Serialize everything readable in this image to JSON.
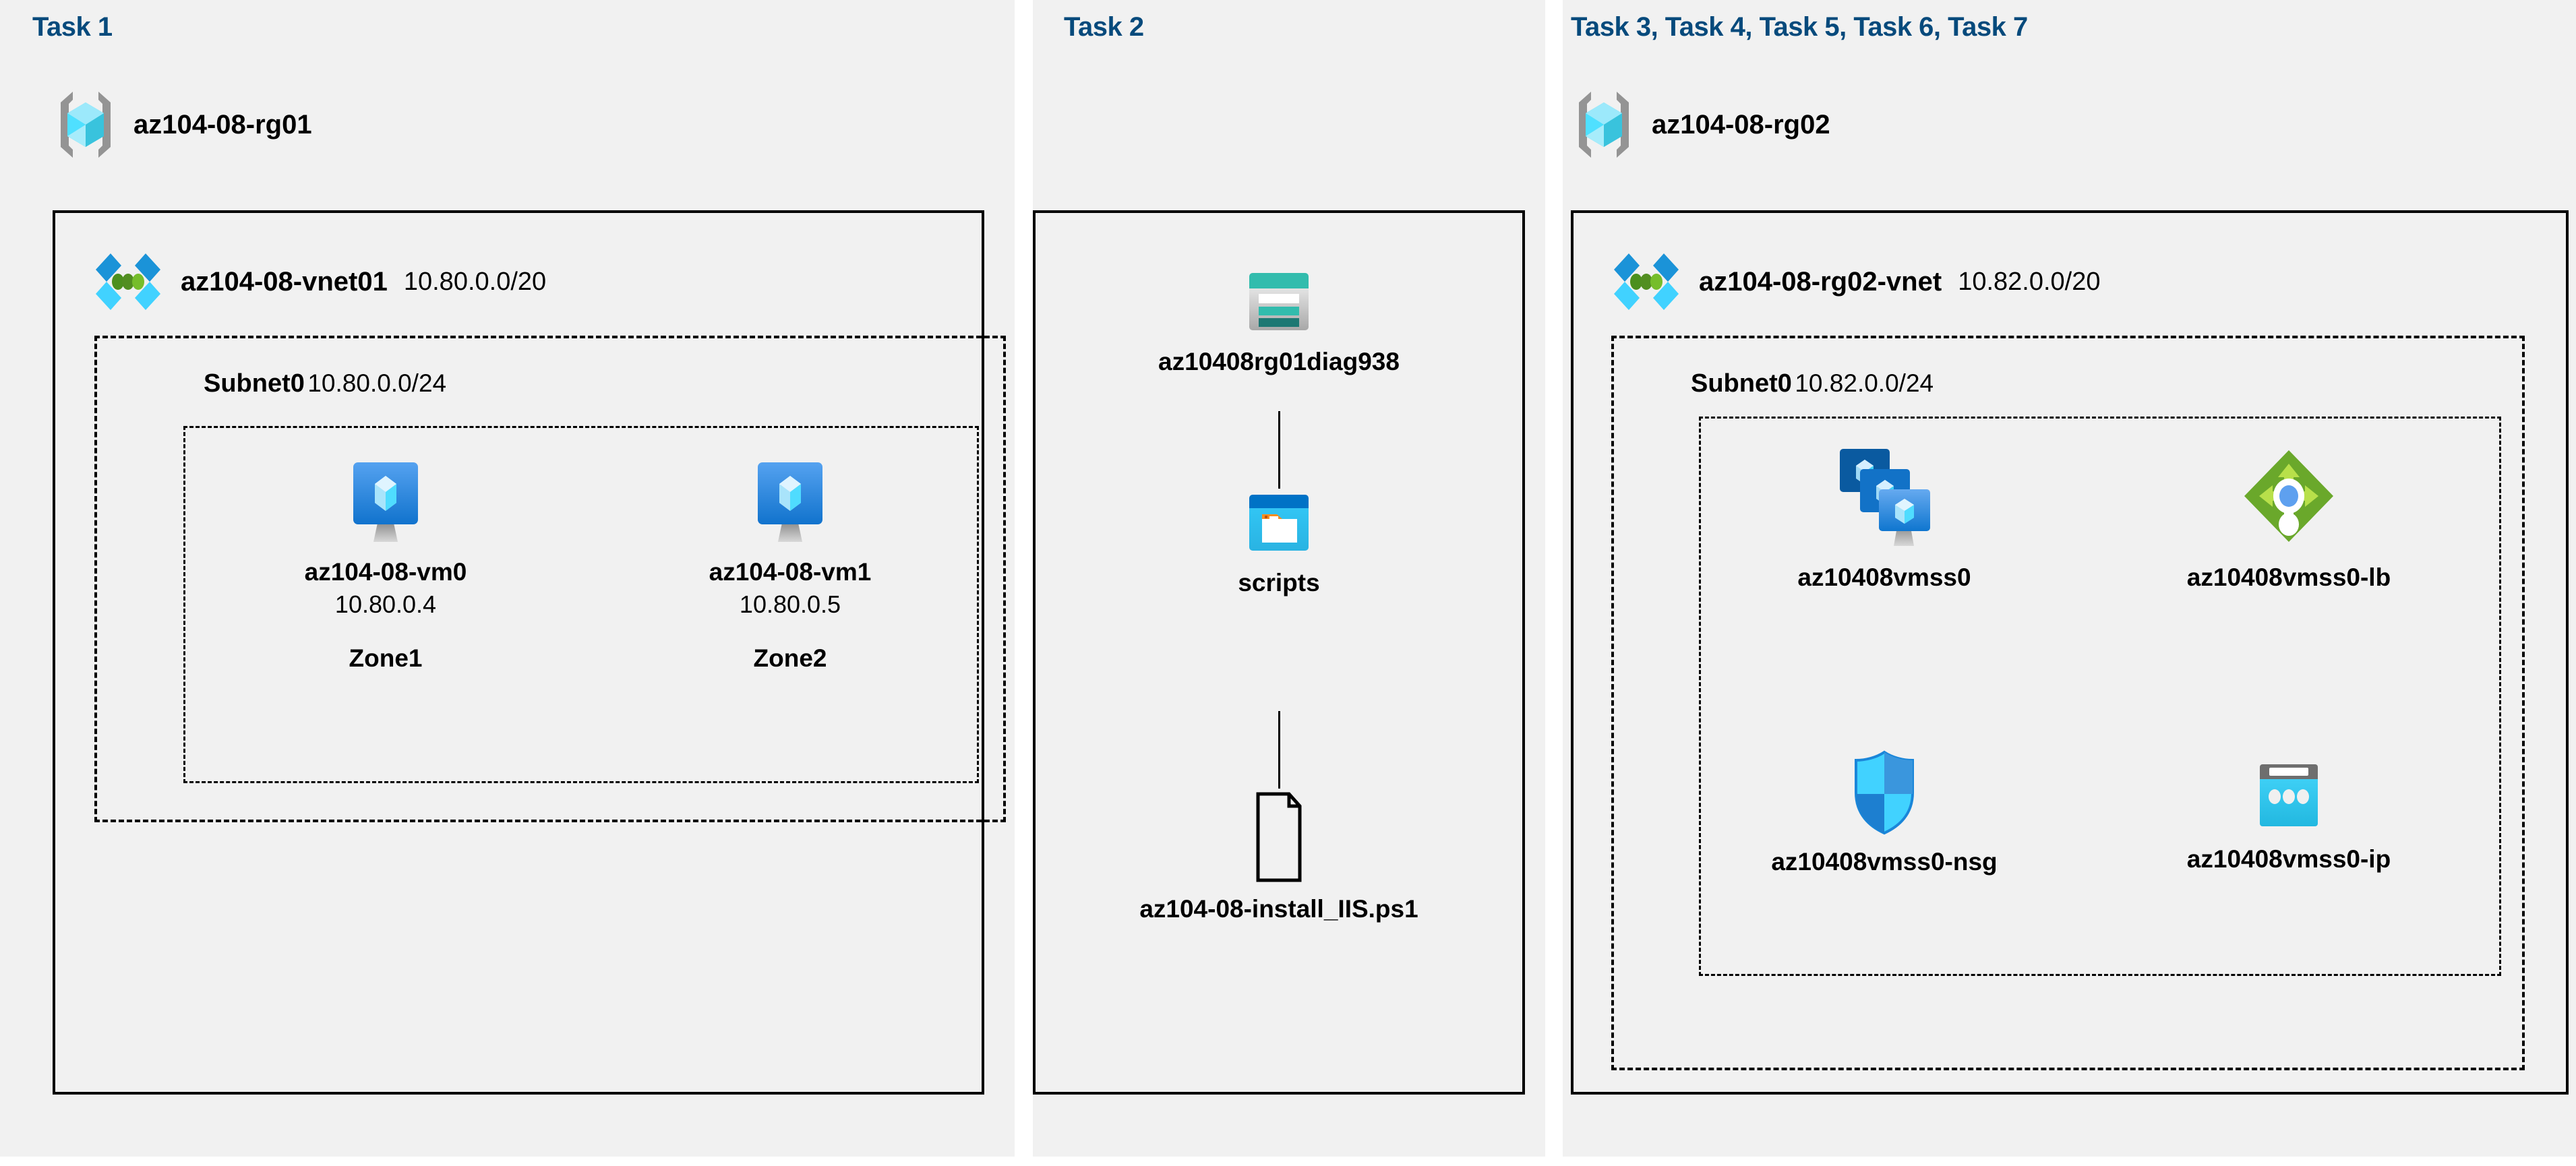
{
  "diagram": {
    "title_color": "#064a7c",
    "background": "#f1f1f1",
    "panels": [
      {
        "id": "task1",
        "label": "Task 1"
      },
      {
        "id": "task2",
        "label": "Task 2"
      },
      {
        "id": "task3to7",
        "label": "Task 3, Task 4, Task 5, Task 6, Task 7"
      }
    ]
  },
  "task1": {
    "label": "Task 1",
    "resource_group": {
      "name": "az104-08-rg01",
      "icon": "resource-group-icon"
    },
    "vnet": {
      "name": "az104-08-vnet01",
      "cidr": "10.80.0.0/20",
      "icon": "virtual-network-icon"
    },
    "subnet": {
      "name": "Subnet0",
      "cidr": "10.80.0.0/24"
    },
    "vms": [
      {
        "name": "az104-08-vm0",
        "ip": "10.80.0.4",
        "zone": "Zone1",
        "icon": "virtual-machine-icon"
      },
      {
        "name": "az104-08-vm1",
        "ip": "10.80.0.5",
        "zone": "Zone2",
        "icon": "virtual-machine-icon"
      }
    ]
  },
  "task2": {
    "label": "Task 2",
    "storage_account": {
      "name": "az10408rg01diag938",
      "icon": "storage-account-icon"
    },
    "container": {
      "name": "scripts",
      "icon": "blob-container-icon"
    },
    "file": {
      "name": "az104-08-install_IIS.ps1",
      "icon": "script-file-icon"
    }
  },
  "task3to7": {
    "label": "Task 3, Task 4, Task 5, Task 6, Task 7",
    "resource_group": {
      "name": "az104-08-rg02",
      "icon": "resource-group-icon"
    },
    "vnet": {
      "name": "az104-08-rg02-vnet",
      "cidr": "10.82.0.0/20",
      "icon": "virtual-network-icon"
    },
    "subnet": {
      "name": "Subnet0",
      "cidr": "10.82.0.0/24"
    },
    "resources": [
      {
        "name": "az10408vmss0",
        "icon": "vm-scale-set-icon"
      },
      {
        "name": "az10408vmss0-lb",
        "icon": "load-balancer-icon"
      },
      {
        "name": "az10408vmss0-nsg",
        "icon": "network-security-group-icon"
      },
      {
        "name": "az10408vmss0-ip",
        "icon": "public-ip-address-icon"
      }
    ]
  },
  "colors": {
    "task_label": "#064a7c",
    "panel_bg": "#f1f1f1",
    "vnet_blue": "#1b93d8",
    "vnet_cyan": "#41d2ff",
    "vnet_green": "#5a9c28",
    "vm_blue_top": "#55a2f0",
    "vm_blue_bottom": "#1173cd",
    "rg_gray": "#949494",
    "rg_cube_light": "#9ce9fb",
    "rg_cube_cyan": "#3fd9f7",
    "storage_teal": "#32bcad",
    "storage_dark_teal": "#1d7873",
    "container_blue": "#0072c6",
    "container_cyan": "#32c5f4",
    "container_orange": "#f78d1e",
    "lb_green": "#6aa82b",
    "lb_green_light": "#b8e04a",
    "lb_circle_blue": "#5ea0ef",
    "nsg_cyan": "#41d2ff",
    "nsg_blue": "#3a96dd",
    "ip_gray": "#6e6e6e",
    "ip_cyan": "#32c5f4"
  }
}
